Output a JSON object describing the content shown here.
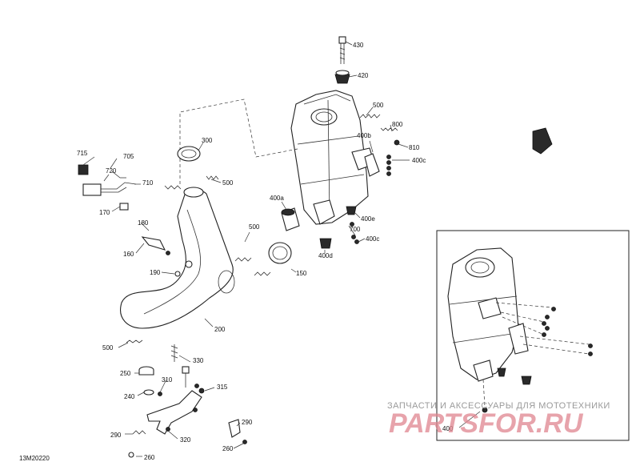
{
  "diagram_id": "13M20220",
  "part_labels": {
    "p430": "430",
    "p420": "420",
    "p500a": "500",
    "p800": "800",
    "p400b": "400b",
    "p810": "810",
    "p400c_top": "400c",
    "p300": "300",
    "p715": "715",
    "p705": "705",
    "p720": "720",
    "p710": "710",
    "p500b": "500",
    "p400a": "400a",
    "p400e": "400e",
    "p700": "700",
    "p400c_mid": "400c",
    "p400d": "400d",
    "p170": "170",
    "p180": "180",
    "p160": "160",
    "p500c": "500",
    "p150": "150",
    "p190": "190",
    "p200": "200",
    "p500d": "500",
    "p330": "330",
    "p250": "250",
    "p310": "310",
    "p315": "315",
    "p240": "240",
    "p290a": "290",
    "p290b": "290",
    "p320": "320",
    "p260a": "260",
    "p260b": "260",
    "p400_inset": "400"
  },
  "watermark": {
    "line1": "ЗАПЧАСТИ И АКСЕССУАРЫ ДЛЯ МОТОТЕХНИКИ",
    "line2": "PARTSFOR.RU"
  }
}
